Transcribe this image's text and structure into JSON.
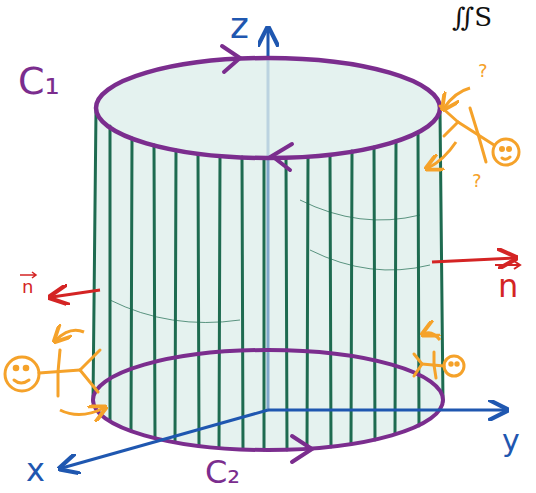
{
  "diagram": {
    "labels": [
      "∬S",
      "z",
      "C₁",
      "?",
      "?",
      "n",
      "n",
      "x",
      "C₂",
      "y"
    ]
  }
}
